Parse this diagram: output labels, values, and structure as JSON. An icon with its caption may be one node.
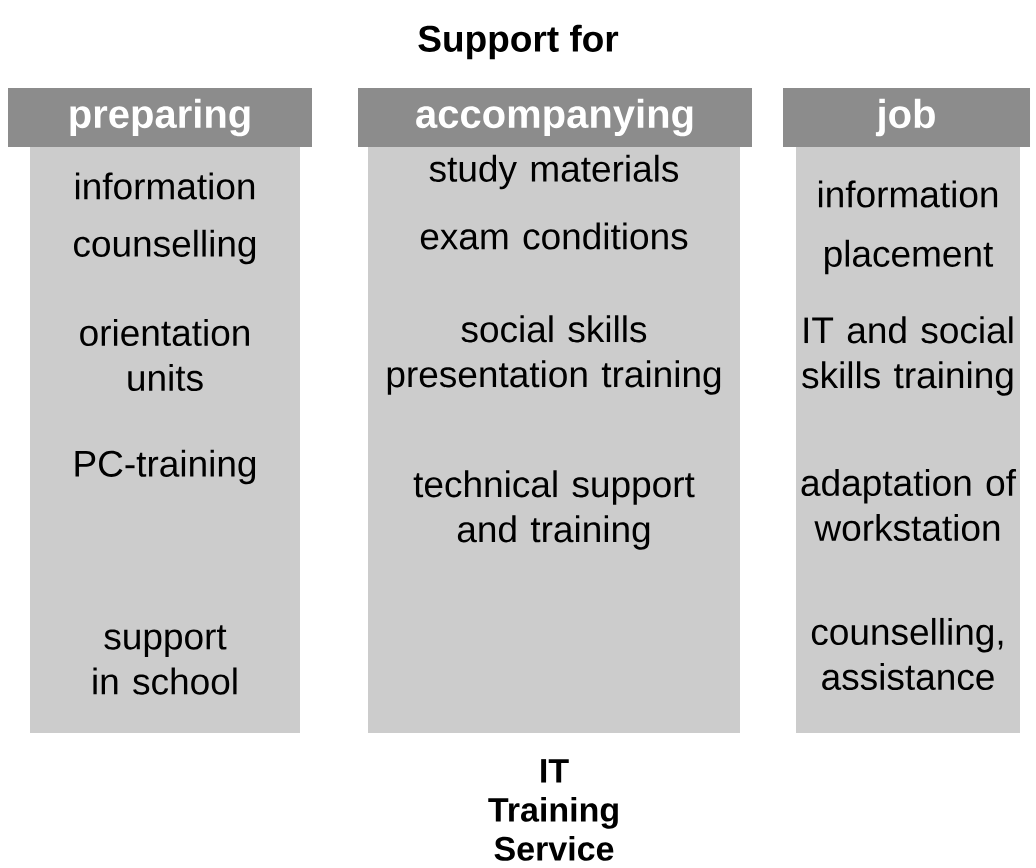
{
  "diagram": {
    "title": "Support for",
    "nodes": [
      {
        "text": [
          "preparing",
          "information",
          "counselling",
          "orientation units",
          "PC-training",
          "support in school"
        ]
      },
      {
        "text": [
          "accompanying",
          "study materials",
          "exam conditions",
          "social skills presentation training",
          "technical support and training"
        ]
      },
      {
        "text": [
          "job",
          "information",
          "placement",
          "IT and social skills training",
          "adaptation of workstation",
          "counselling, assistance"
        ]
      }
    ],
    "caption": "IT Training Service"
  }
}
